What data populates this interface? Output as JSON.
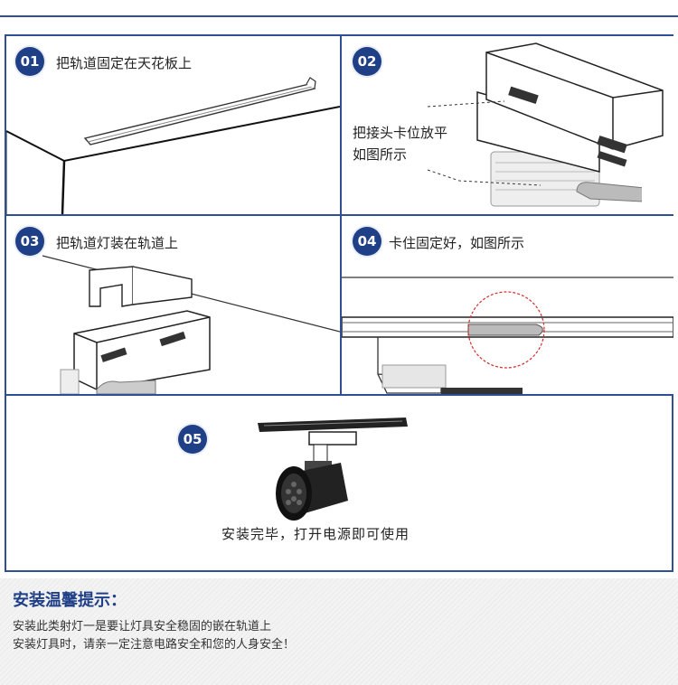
{
  "steps": [
    {
      "num": "01",
      "text": "把轨道固定在天花板上"
    },
    {
      "num": "02",
      "text_line1": "把接头卡位放平",
      "text_line2": "如图所示"
    },
    {
      "num": "03",
      "text": "把轨道灯装在轨道上"
    },
    {
      "num": "04",
      "text": "卡住固定好，如图所示"
    },
    {
      "num": "05",
      "text": "安装完毕，打开电源即可使用"
    }
  ],
  "tips": {
    "title": "安装温馨提示：",
    "line1": "安装此类射灯一是要让灯具安全稳固的嵌在轨道上",
    "line2": "安装灯具时，请亲一定注意电路安全和您的人身安全！"
  },
  "colors": {
    "accent": "#1f3f86",
    "border": "#2f4f93",
    "highlight_circle": "#d62b2b"
  }
}
